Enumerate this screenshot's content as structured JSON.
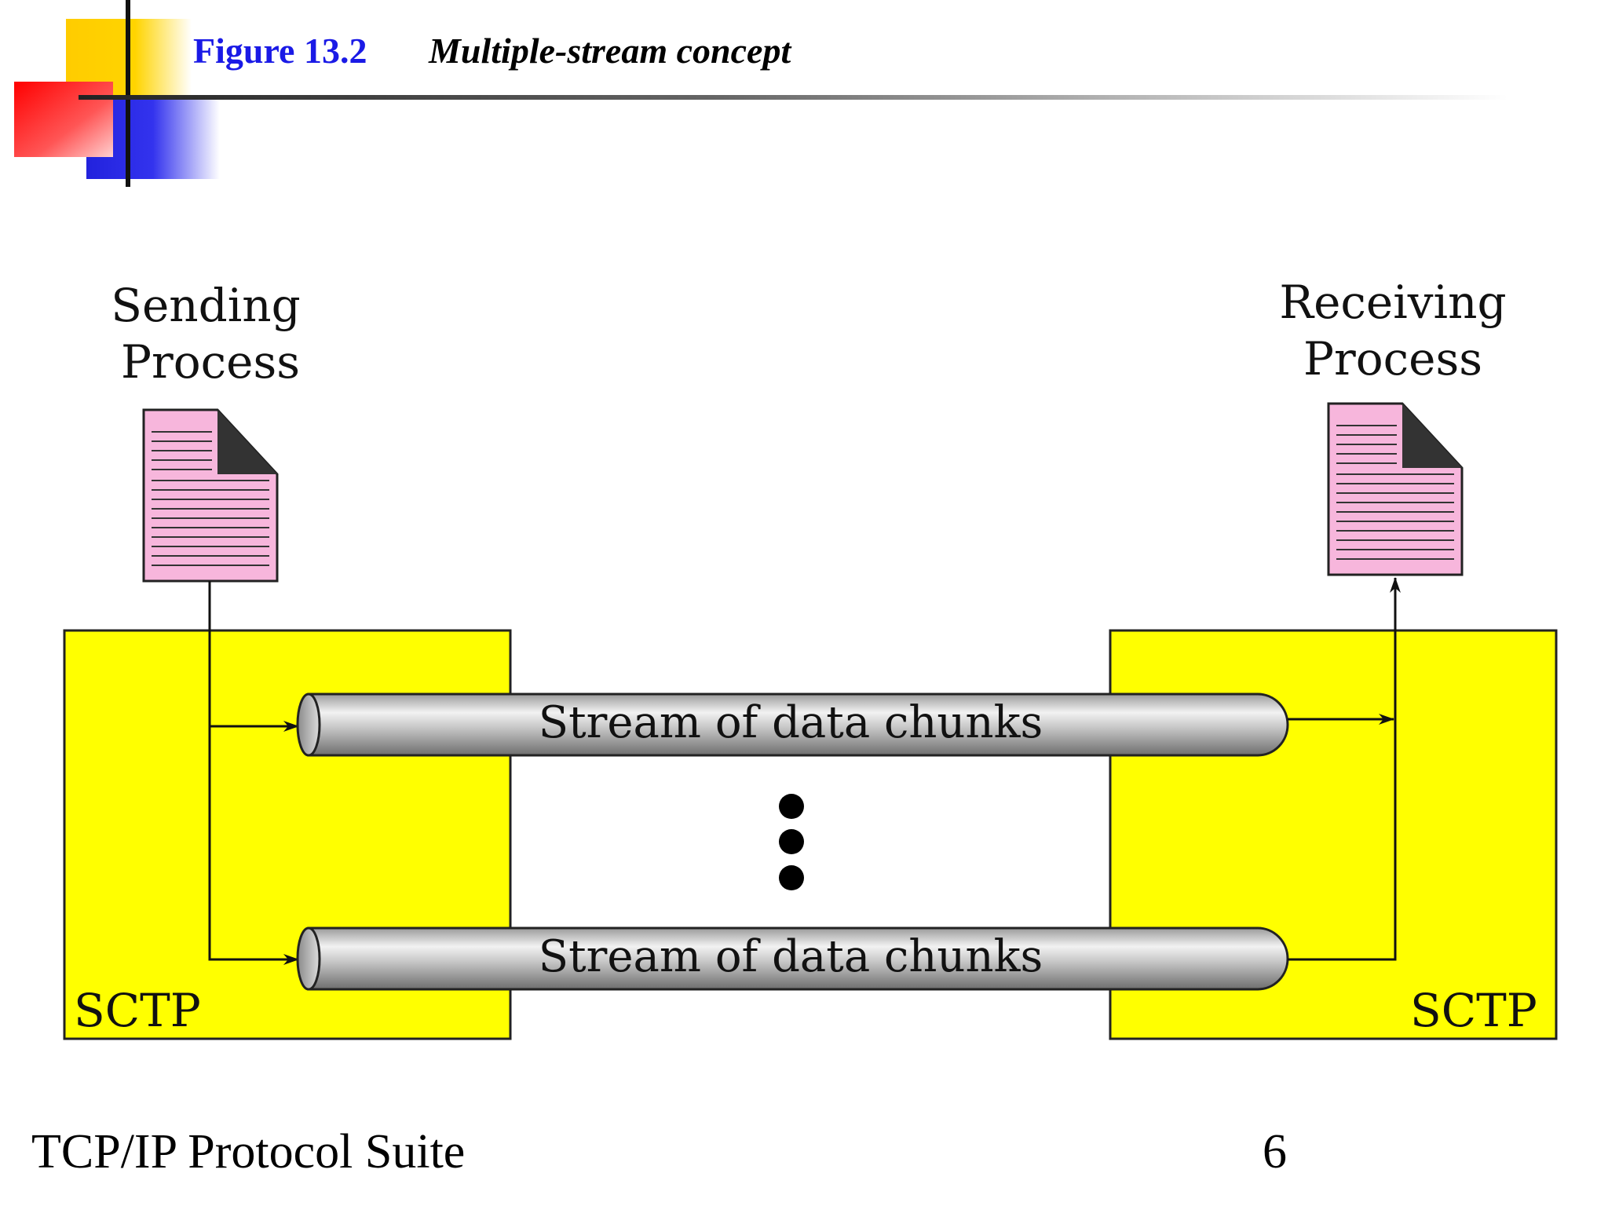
{
  "header": {
    "figure_number": "Figure 13.2",
    "figure_title": "Multiple-stream concept"
  },
  "diagram": {
    "sender": {
      "line1": "Sending",
      "line2": "Process"
    },
    "receiver": {
      "line1": "Receiving",
      "line2": "Process"
    },
    "streams": [
      {
        "label": "Stream of data chunks"
      },
      {
        "label": "Stream of data chunks"
      }
    ],
    "left_box_label": "SCTP",
    "right_box_label": "SCTP"
  },
  "footer": {
    "left": "TCP/IP Protocol Suite",
    "page_number": "6"
  },
  "colors": {
    "sctp_box": "#ffff00",
    "document": "#f7b6dc",
    "figure_number": "#1a1ae6",
    "pipe": "#b8b8b8"
  },
  "icons": [
    "document-icon",
    "pipe-icon",
    "arrow-icon",
    "ellipsis-dots-icon"
  ]
}
